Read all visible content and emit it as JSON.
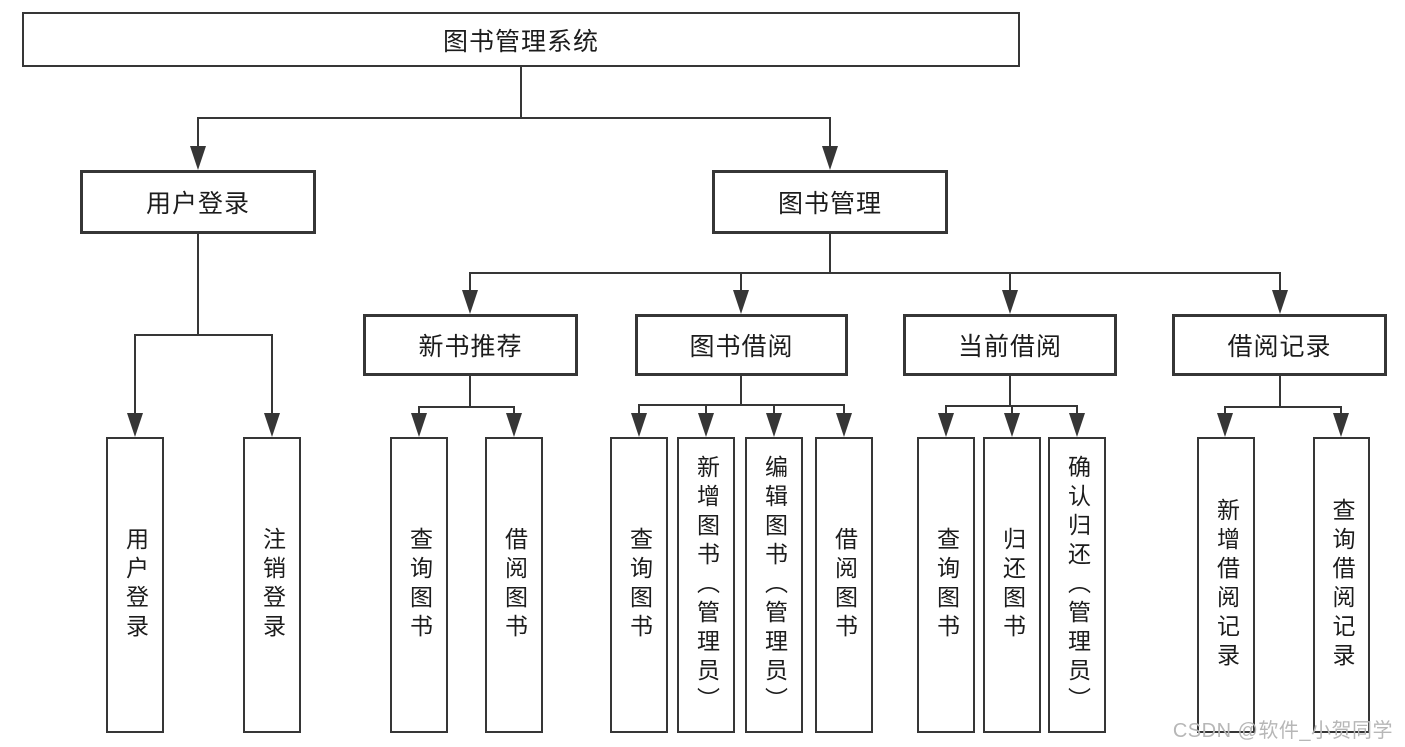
{
  "tree": {
    "root": "图书管理系统",
    "level1": [
      "用户登录",
      "图书管理"
    ],
    "level2": [
      "新书推荐",
      "图书借阅",
      "当前借阅",
      "借阅记录"
    ],
    "leaves": {
      "user_login": [
        "用户登录",
        "注销登录"
      ],
      "new_book_recommend": [
        "查询图书",
        "借阅图书"
      ],
      "book_borrow": [
        "查询图书",
        "新增图书（管理员）",
        "编辑图书（管理员）",
        "借阅图书"
      ],
      "current_borrow": [
        "查询图书",
        "归还图书",
        "确认归还（管理员）"
      ],
      "borrow_record": [
        "新增借阅记录",
        "查询借阅记录"
      ]
    }
  },
  "watermark": "CSDN @软件_小贺同学",
  "colors": {
    "line": "#363636",
    "text": "#1c1c1c",
    "watermark": "#b7b7b7",
    "background": "#ffffff"
  }
}
